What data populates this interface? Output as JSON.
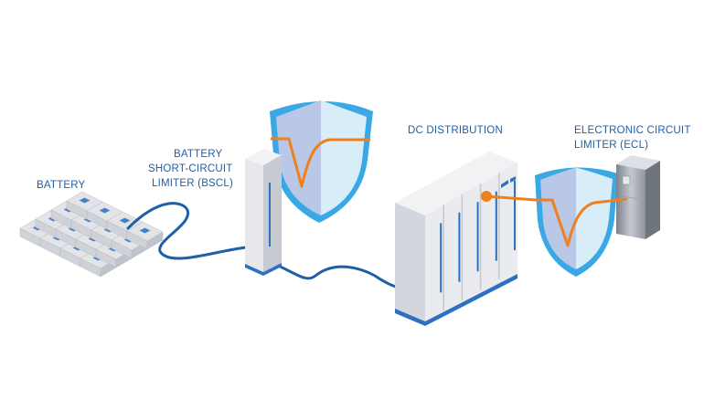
{
  "labels": {
    "battery": "BATTERY",
    "bscl_line1": "BATTERY",
    "bscl_line2": "SHORT-CIRCUIT",
    "bscl_line3": "LIMITER (BSCL)",
    "dc": "DC DISTRIBUTION",
    "ecl_line1": "ELECTRONIC CIRCUIT",
    "ecl_line2": "LIMITER (ECL)"
  },
  "colors": {
    "label": "#1f5fa8",
    "cable": "#1f5fa8",
    "signal": "#f07f1e",
    "shield_outer": "#3aa8e4",
    "shield_left": "#b8c8e6",
    "shield_right": "#d7eef9",
    "cabinet_face": "#e8eaee",
    "cabinet_side": "#c9ccd3",
    "cabinet_trim": "#2f6fc2",
    "battery_cell": "#e2e4e8",
    "battery_cap": "#3b7fd0"
  },
  "icons": [
    "battery-cells-icon",
    "cabinet-icon",
    "shield-icon",
    "electronic-box-icon"
  ]
}
